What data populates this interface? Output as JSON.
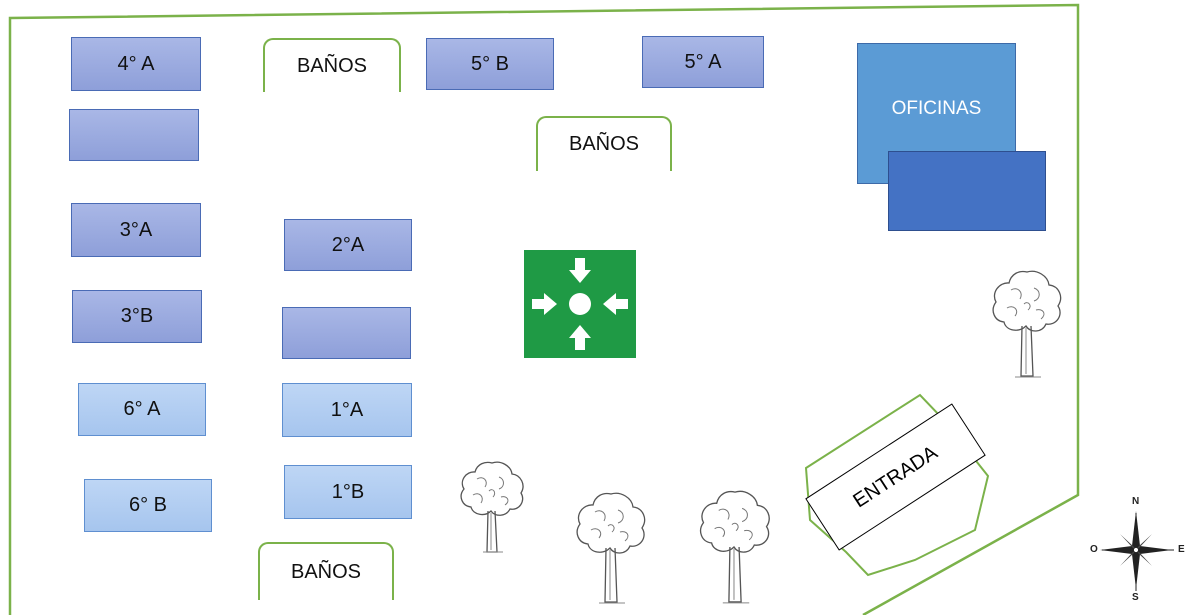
{
  "map": {
    "colors": {
      "boundary": "#7bb24a",
      "room_dark": "#9aaae0",
      "room_light": "#b3cff2",
      "office": "#5b9bd5",
      "office_annex": "#4472c4",
      "assembly_point": "#1f9a45"
    },
    "rooms": {
      "r4a": "4° A",
      "r5b": "5° B",
      "r5a": "5° A",
      "unlabeled_top": "",
      "r3a": "3°A",
      "r2a": "2°A",
      "r3b": "3°B",
      "unlabeled_mid": "",
      "r6a": "6° A",
      "r1a": "1°A",
      "r6b": "6° B",
      "r1b": "1°B"
    },
    "bathrooms": {
      "top": "BAÑOS",
      "middle": "BAÑOS",
      "bottom": "BAÑOS"
    },
    "office": {
      "label": "OFICINAS"
    },
    "entrance": {
      "label": "ENTRADA"
    },
    "assembly_point": {
      "icon": "assembly-point-icon"
    },
    "trees": {
      "icon": "tree-icon",
      "count": 4
    },
    "compass": {
      "icon": "compass-rose-icon",
      "north": "N",
      "south": "S",
      "east": "E",
      "west": "O"
    }
  }
}
